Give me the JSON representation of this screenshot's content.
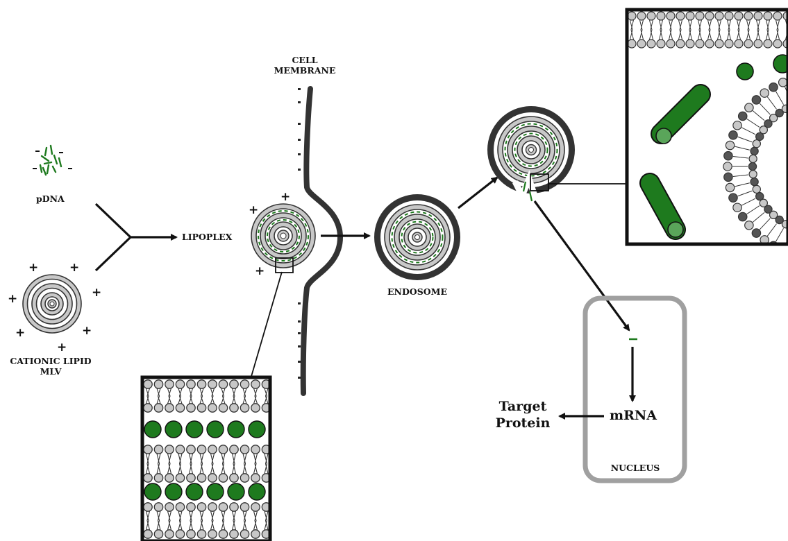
{
  "labels": {
    "pdna": "pDNA",
    "cationic_lipid_mlv_line1": "CATIONIC LIPID",
    "cationic_lipid_mlv_line2": "MLV",
    "lipoplex": "LIPOPLEX",
    "cell_membrane_line1": "CELL",
    "cell_membrane_line2": "MEMBRANE",
    "endosome": "ENDOSOME",
    "nucleus": "NUCLEUS",
    "mrna": "mRNA",
    "target_protein_line1": "Target",
    "target_protein_line2": "Protein"
  },
  "signs": {
    "plus": "+",
    "minus": "-"
  },
  "colors": {
    "dna_green": "#1e7a1e",
    "lipid_gray": "#c8c8c8",
    "dark": "#333333",
    "nucleus_border": "#a0a0a0"
  }
}
